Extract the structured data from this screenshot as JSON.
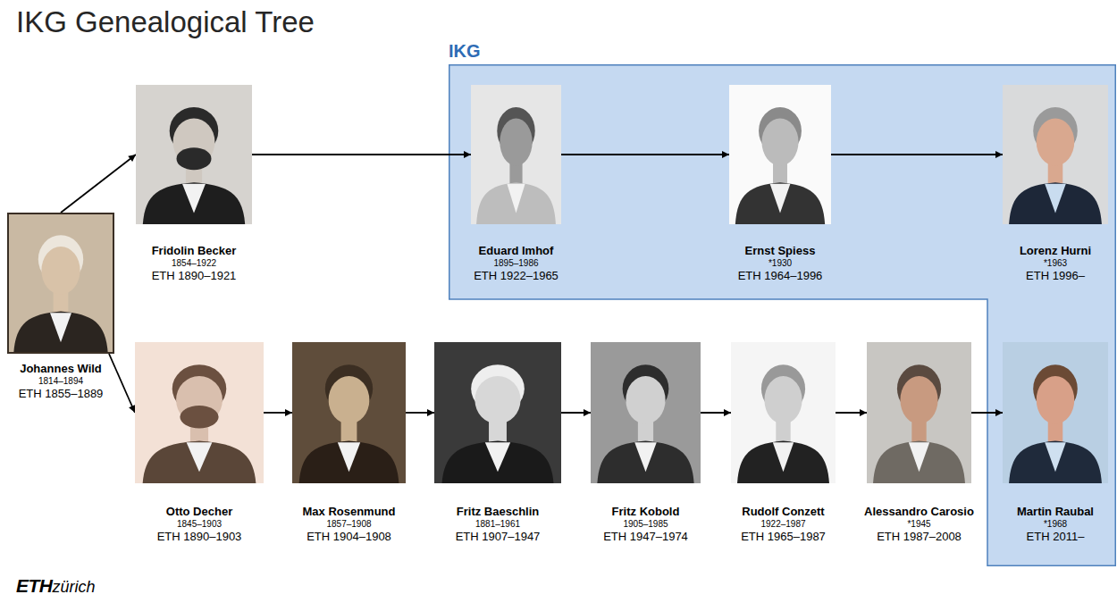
{
  "diagram": {
    "title": "IKG Genealogical Tree",
    "nodes": [
      {
        "text": [
          "Johannes Wild",
          "1814–1894",
          "ETH 1855–1889"
        ]
      },
      {
        "text": [
          "Fridolin Becker",
          "1854–1922",
          "ETH 1890–1921"
        ]
      },
      {
        "text": [
          "IKG"
        ]
      },
      {
        "text": [
          "Eduard Imhof",
          "1895–1986",
          "ETH 1922–1965"
        ],
        "in": 2
      },
      {
        "text": [
          "Ernst Spiess",
          "*1930",
          "ETH 1964–1996"
        ],
        "in": 2
      },
      {
        "text": [
          "Lorenz Hurni",
          "*1963",
          "ETH 1996–"
        ],
        "in": 2
      },
      {
        "text": [
          "Otto Decher",
          "1845–1903",
          "ETH 1890–1903"
        ]
      },
      {
        "text": [
          "Max Rosenmund",
          "1857–1908",
          "ETH 1904–1908"
        ]
      },
      {
        "text": [
          "Fritz Baeschlin",
          "1881–1961",
          "ETH 1907–1947"
        ]
      },
      {
        "text": [
          "Fritz Kobold",
          "1905–1985",
          "ETH 1947–1974"
        ]
      },
      {
        "text": [
          "Rudolf Conzett",
          "1922–1987",
          "ETH 1965–1987"
        ]
      },
      {
        "text": [
          "Alessandro Carosio",
          "*1945",
          "ETH 1987–2008"
        ]
      },
      {
        "text": [
          "Martin Raubal",
          "*1968",
          "ETH 2011–"
        ],
        "in": 2
      }
    ],
    "edges": [
      {
        "from": 0,
        "to": 1,
        "arrow": "to"
      },
      {
        "from": 0,
        "to": 6,
        "arrow": "to"
      },
      {
        "from": 1,
        "to": 3,
        "arrow": "to"
      },
      {
        "from": 3,
        "to": 4,
        "arrow": "to"
      },
      {
        "from": 4,
        "to": 5,
        "arrow": "to"
      },
      {
        "from": 6,
        "to": 7,
        "arrow": "to"
      },
      {
        "from": 7,
        "to": 8,
        "arrow": "to"
      },
      {
        "from": 8,
        "to": 9,
        "arrow": "to"
      },
      {
        "from": 9,
        "to": 10,
        "arrow": "to"
      },
      {
        "from": 10,
        "to": 11,
        "arrow": "to"
      },
      {
        "from": 11,
        "to": 12,
        "arrow": "to"
      }
    ],
    "labels": [
      "ETH",
      "zürich"
    ]
  }
}
